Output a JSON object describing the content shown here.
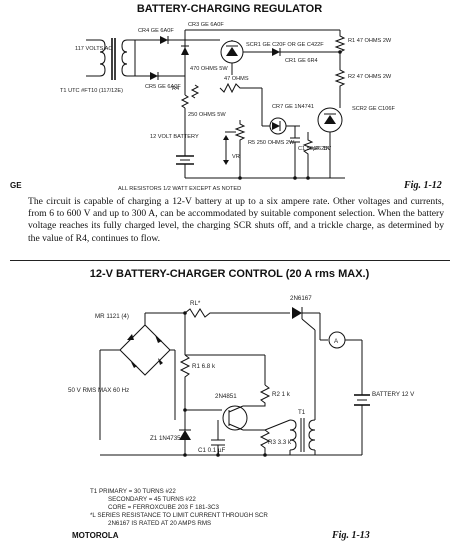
{
  "section1": {
    "title": "BATTERY-CHARGING REGULATOR",
    "source": "GE",
    "figure": "Fig. 1-12",
    "note": "ALL RESISTORS 1/2 WATT EXCEPT AS NOTED",
    "labels": {
      "ac_in": "117 VOLTS AC",
      "t1": "T1 UTC #FT10 (117/12E)",
      "cr4": "CR4 GE 6A0F",
      "cr3": "CR3 GE 6A0F",
      "cr5": "CR5 GE 6A0F",
      "scr1": "SCR1 GE C20F OR GE C422F",
      "cr1": "CR1 GE 6R4",
      "r1": "R1 47 OHMS 2W",
      "r2": "R2 47 OHMS 2W",
      "r3": "470 OHMS 5W",
      "r4": "R4",
      "r4b": "250 OHMS 5W",
      "r47": "47 OHMS",
      "cr7": "CR7 GE 1N4741",
      "scr2": "SCR2 GE C106F",
      "battery": "12 VOLT BATTERY",
      "r5": "R5 250 OHMS 2W",
      "c1": "C1 50µF 25V",
      "r6": "R6 1K",
      "vr": "VR"
    },
    "paragraph": "The circuit is capable of charging a 12-V battery at up to a six ampere rate. Other voltages and currents, from 6 to 600 V and up to 300 A, can be accommodated by suitable component selection. When the battery voltage reaches its fully charged level, the charging SCR shuts off, and a trickle charge, as determined by the value of R4, continues to flow."
  },
  "section2": {
    "title": "12-V BATTERY-CHARGER CONTROL (20 A rms MAX.)",
    "source": "MOTOROLA",
    "figure": "Fig. 1-13",
    "labels": {
      "bridge": "MR 1121 (4)",
      "ac": "50 V RMS MAX 60 Hz",
      "rl": "RL*",
      "scr": "2N6167",
      "r1": "R1 6.8 k",
      "ujt": "2N4851",
      "r2": "R2 1 k",
      "r3": "R3 3.3 k",
      "z1": "Z1 1N4735",
      "c1": "C1 0.1 µF",
      "t1": "T1",
      "a": "A",
      "battery": "BATTERY 12 V"
    },
    "notes": [
      "T1   PRIMARY = 30 TURNS #22",
      "SECONDARY = 45 TURNS #22",
      "CORE = FERROXCUBE 203 F 181-3C3",
      "*L   SERIES RESISTANCE TO LIMIT CURRENT THROUGH SCR",
      "2N6167 IS RATED AT 20 AMPS RMS"
    ]
  }
}
